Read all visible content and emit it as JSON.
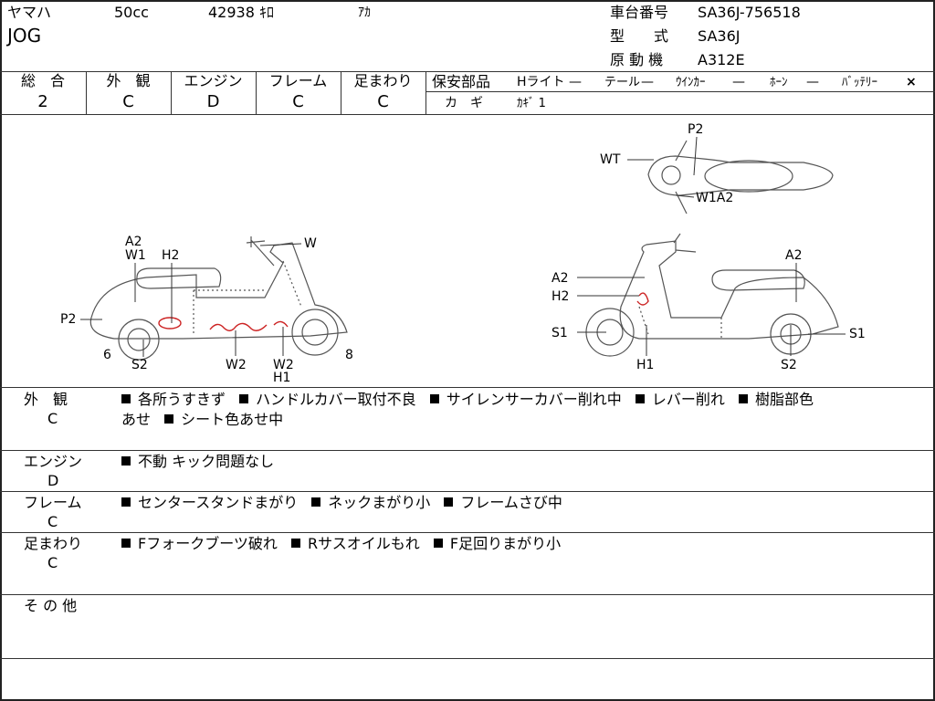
{
  "header": {
    "maker": "ヤマハ",
    "displacement": "50cc",
    "mileage": "42938 ｷﾛ",
    "color": "ｱｶ",
    "model_name": "JOG",
    "frame_no_label": "車台番号",
    "frame_no": "SA36J-756518",
    "type_label": "型　　式",
    "type_value": "SA36J",
    "engine_label": "原 動 機",
    "engine_value": "A312E"
  },
  "grades": [
    {
      "label": "総　合",
      "value": "2"
    },
    {
      "label": "外　観",
      "value": "C"
    },
    {
      "label": "エンジン",
      "value": "D"
    },
    {
      "label": "フレーム",
      "value": "C"
    },
    {
      "label": "足まわり",
      "value": "C"
    }
  ],
  "safety": {
    "label": "保安部品",
    "items": [
      {
        "name": "Hライト",
        "mark": "—"
      },
      {
        "name": "テール",
        "mark": "—"
      },
      {
        "name": "ｳｲﾝｶｰ",
        "mark": "—"
      },
      {
        "name": "ﾎｰﾝ",
        "mark": "—"
      },
      {
        "name": "ﾊﾞｯﾃﾘｰ",
        "mark": "×"
      }
    ],
    "key_label": "カ　ギ",
    "key_value": "ｶｷﾞ 1"
  },
  "diagram": {
    "left_labels": [
      "A2",
      "W1",
      "H2",
      "W",
      "P2",
      "6",
      "S2",
      "W2",
      "W2",
      "H1",
      "8"
    ],
    "right_labels": [
      "A2",
      "H2",
      "S1",
      "H1",
      "A2",
      "S2",
      "S1"
    ],
    "top_labels": [
      "P2",
      "WT",
      "W1A2"
    ],
    "damage_color": "#cc2222"
  },
  "sections": [
    {
      "title": "外　観",
      "grade": "C",
      "lines": [
        [
          "各所うすきず",
          "ハンドルカバー取付不良",
          "サイレンサーカバー削れ中",
          "レバー削れ",
          "樹脂部色"
        ],
        [
          "あせ",
          "シート色あせ中"
        ]
      ]
    },
    {
      "title": "エンジン",
      "grade": "D",
      "lines": [
        [
          "不動 キック問題なし"
        ]
      ]
    },
    {
      "title": "フレーム",
      "grade": "C",
      "lines": [
        [
          "センタースタンドまがり",
          "ネックまがり小",
          "フレームさび中"
        ]
      ]
    },
    {
      "title": "足まわり",
      "grade": "C",
      "lines": [
        [
          "Fフォークブーツ破れ",
          "Rサスオイルもれ",
          "F足回りまがり小"
        ]
      ]
    },
    {
      "title": "そ の 他",
      "grade": "",
      "lines": []
    }
  ]
}
